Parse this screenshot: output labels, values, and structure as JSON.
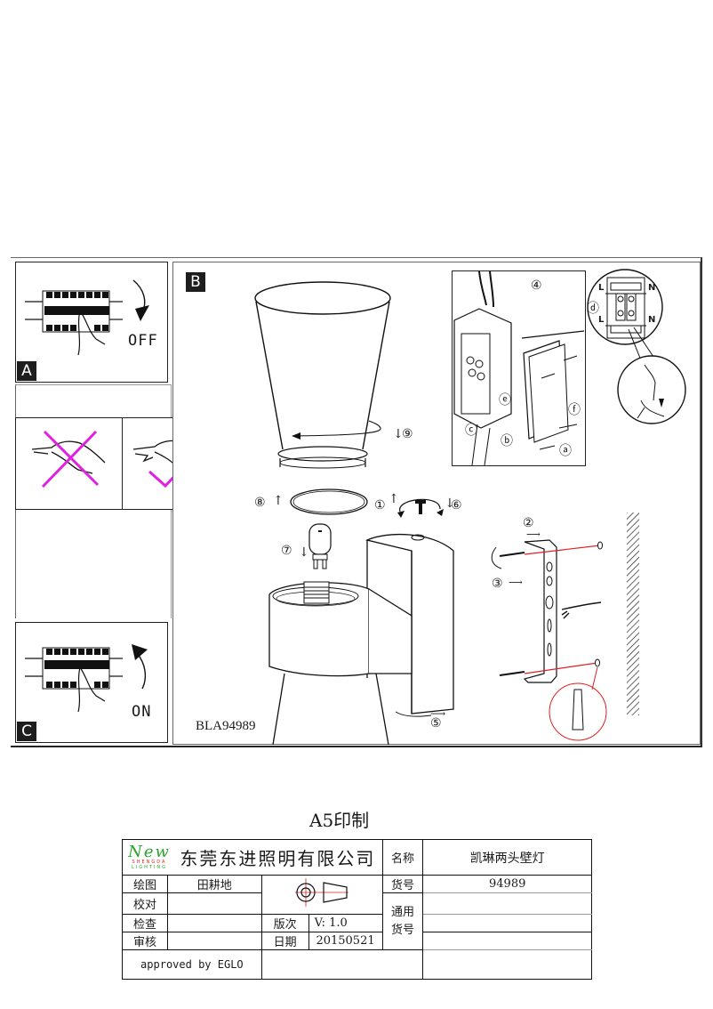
{
  "document": {
    "model_number": "BLA94989",
    "print_format": "A5印制"
  },
  "panels": {
    "a": {
      "badge": "A",
      "switch_label": "OFF"
    },
    "b": {
      "badge": "B"
    },
    "c": {
      "badge": "C",
      "switch_label": "ON"
    }
  },
  "handling": {
    "wrong": "bare-hand-grip-crossed",
    "right": "protected-grip-checked",
    "accent_color": "#e020e0"
  },
  "steps": {
    "s1": "①",
    "s2": "②",
    "s3": "③",
    "s4": "④",
    "s5": "⑤",
    "s6": "⑥",
    "s7": "⑦",
    "s8": "⑧",
    "s9": "⑨"
  },
  "junction_box": {
    "callouts": {
      "a": "ⓐ",
      "b": "ⓑ",
      "c": "ⓒ",
      "d": "ⓓ",
      "e": "ⓔ",
      "f": "ⓕ"
    },
    "terminals": {
      "live": "L",
      "neutral": "N"
    }
  },
  "title_block": {
    "logo": {
      "mark": "New",
      "line1": "SHENGDA",
      "line2": "LIGHTING",
      "color": "#2aa52a"
    },
    "company": "东莞东进照明有限公司",
    "rows": {
      "drawn_label": "绘图",
      "drawn_value": "田耕地",
      "checked_label": "校对",
      "checked_value": "",
      "inspected_label": "检查",
      "inspected_value": "",
      "approved_label": "审核",
      "approved_value": ""
    },
    "version_label": "版次",
    "version_value": "V: 1.0",
    "date_label": "日期",
    "date_value": "20150521",
    "name_label": "名称",
    "name_value": "凯琳两头壁灯",
    "item_no_label": "货号",
    "item_no_value": "94989",
    "general_no_label": "通用\n货号",
    "approved_by": "approved by EGLO",
    "projection_symbol_color": "#e02020"
  }
}
